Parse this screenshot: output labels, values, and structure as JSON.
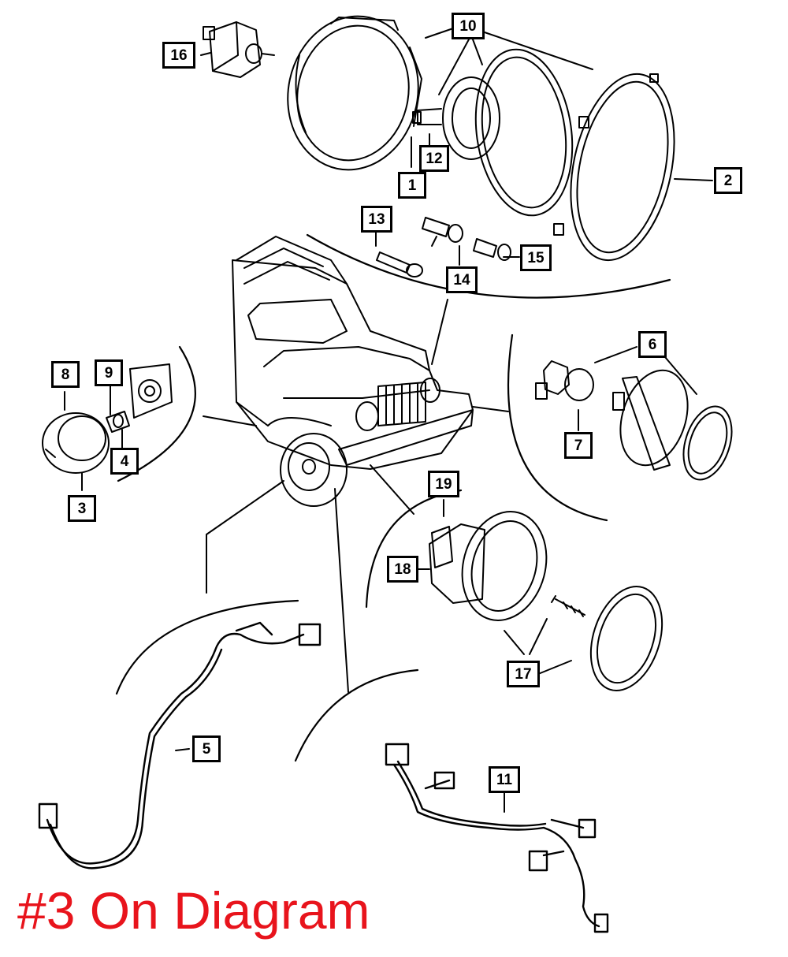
{
  "callouts": {
    "c1": "1",
    "c2": "2",
    "c3": "3",
    "c4": "4",
    "c5": "5",
    "c6": "6",
    "c7": "7",
    "c8": "8",
    "c9": "9",
    "c10": "10",
    "c11": "11",
    "c12": "12",
    "c13": "13",
    "c14": "14",
    "c15": "15",
    "c16": "16",
    "c17": "17",
    "c18": "18",
    "c19": "19"
  },
  "caption": {
    "text": "#3 On Diagram",
    "color": "#e8141c"
  }
}
